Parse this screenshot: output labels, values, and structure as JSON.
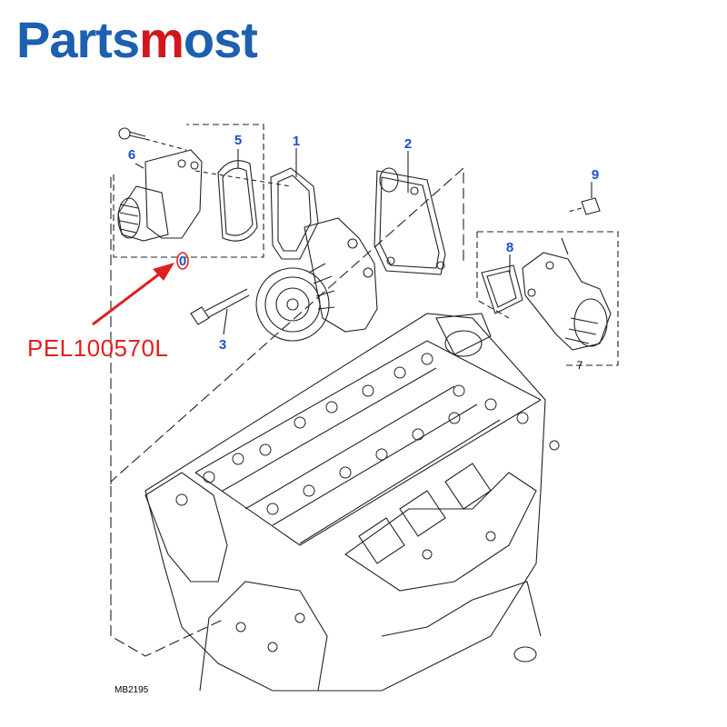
{
  "brand": {
    "part1": "Parts",
    "part2": "m",
    "part3": "ost"
  },
  "part_code": "PEL100570L",
  "callouts": {
    "c0": "0",
    "c1": "1",
    "c2": "2",
    "c3": "3",
    "c5": "5",
    "c6": "6",
    "c7": "7",
    "c8": "8",
    "c9": "9"
  },
  "diagram_ref": "MB2195",
  "colors": {
    "brand_blue": "#1d5fb0",
    "brand_red": "#d2161c",
    "callout_blue": "#1d4fc9",
    "highlight_red": "#e02020"
  }
}
